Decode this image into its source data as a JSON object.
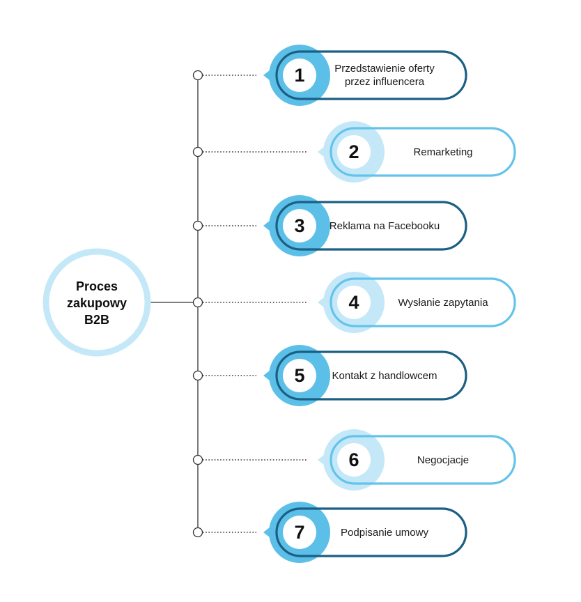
{
  "title_lines": [
    "Proces",
    "zakupowy",
    "B2B"
  ],
  "colors": {
    "dark_blue": "#1b5f83",
    "mid_blue": "#5bbfe8",
    "light_blue": "#c4e8f8",
    "light_border": "#64c3ea",
    "line": "#333333"
  },
  "steps": [
    {
      "number": "1",
      "label_lines": [
        "Przedstawienie oferty",
        "przez influencera"
      ],
      "style": "dark"
    },
    {
      "number": "2",
      "label_lines": [
        "Remarketing"
      ],
      "style": "light"
    },
    {
      "number": "3",
      "label_lines": [
        "Reklama na Facebooku"
      ],
      "style": "dark"
    },
    {
      "number": "4",
      "label_lines": [
        "Wysłanie zapytania"
      ],
      "style": "light"
    },
    {
      "number": "5",
      "label_lines": [
        "Kontakt z handlowcem"
      ],
      "style": "dark"
    },
    {
      "number": "6",
      "label_lines": [
        "Negocjacje"
      ],
      "style": "light"
    },
    {
      "number": "7",
      "label_lines": [
        "Podpisanie umowy"
      ],
      "style": "dark"
    }
  ]
}
